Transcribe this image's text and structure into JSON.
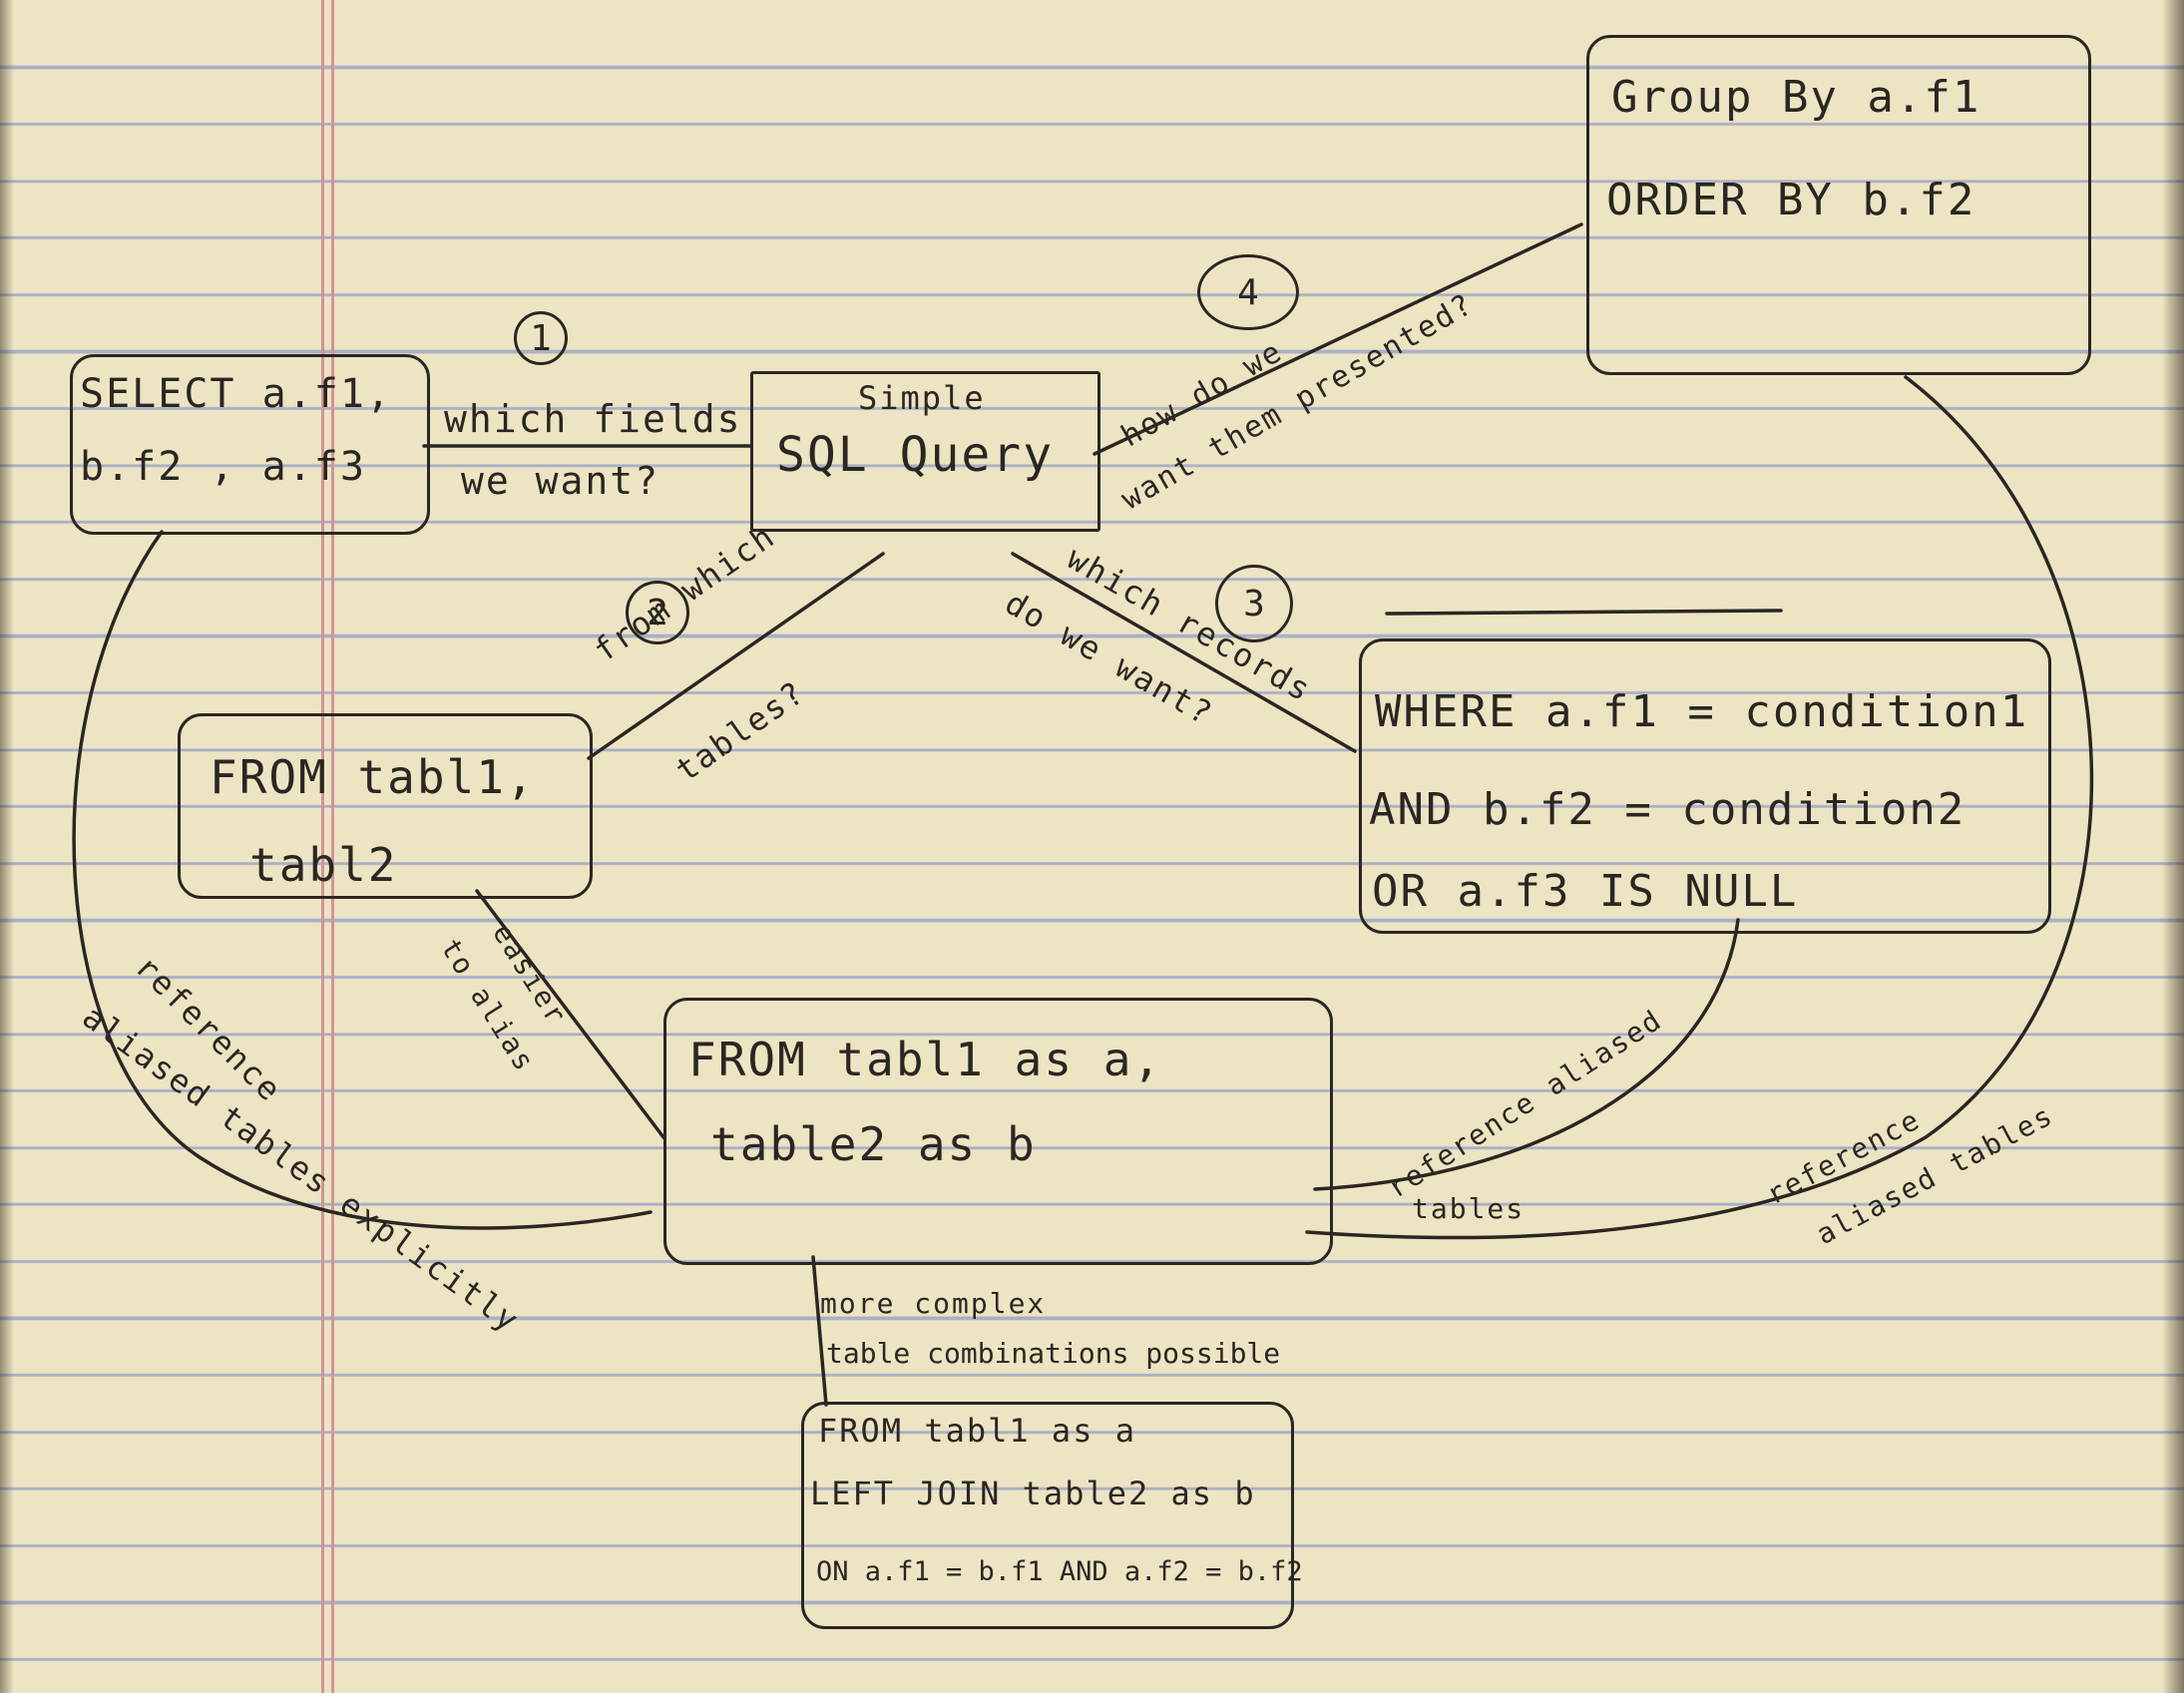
{
  "boxes": {
    "select": [
      "SELECT a.f1,",
      "b.f2 , a.f3"
    ],
    "center": [
      "Simple",
      "SQL Query"
    ],
    "group": [
      "Group By a.f1",
      "ORDER BY b.f2"
    ],
    "from_simple": [
      "FROM tabl1,",
      "tabl2"
    ],
    "where": [
      "WHERE a.f1 = condition1",
      "AND b.f2 = condition2",
      "OR a.f3 IS NULL"
    ],
    "from_alias": [
      "FROM tabl1 as a,",
      "table2 as b"
    ],
    "join": [
      "FROM tabl1 as a",
      "LEFT JOIN table2 as b",
      "ON a.f1 = b.f1 AND a.f2 = b.f2"
    ]
  },
  "steps": [
    "1",
    "2",
    "3",
    "4"
  ],
  "labels": {
    "q1": [
      "which fields",
      "we want?"
    ],
    "q2": [
      "from which",
      "tables?"
    ],
    "q3": [
      "which records",
      "do we want?"
    ],
    "q4": [
      "how do we",
      "want them presented?"
    ],
    "easier": [
      "easier",
      "to alias"
    ],
    "ref_left": [
      "reference",
      "aliased tables explicitly"
    ],
    "ref_mid": [
      "reference aliased",
      "tables"
    ],
    "ref_right": [
      "reference",
      "aliased tables"
    ],
    "complex": [
      "more complex",
      "table combinations possible"
    ]
  }
}
